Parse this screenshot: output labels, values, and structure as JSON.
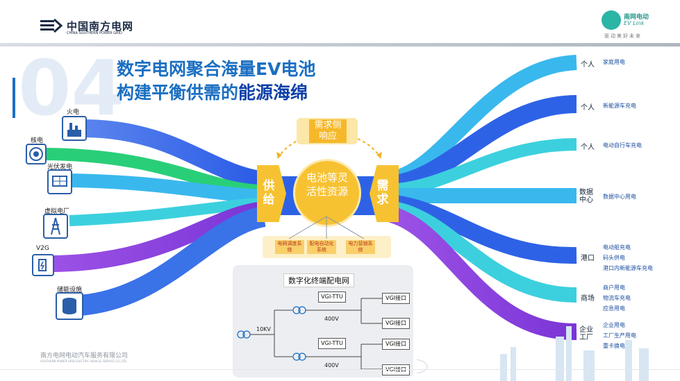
{
  "header": {
    "brand_cn": "中国南方电网",
    "brand_en": "CHINA SOUTHERN POWER GRID",
    "ev_brand_cn": "南网电动",
    "ev_brand_en": "EV Link",
    "slogan": "驱动美好未来"
  },
  "slide": {
    "number": "04",
    "title_line1": "数字电网聚合海量EV电池",
    "title_line2_prefix": "构建平衡供需的",
    "title_line2_emphasis": "能源海绵"
  },
  "supply_sources": [
    {
      "label": "火电",
      "icon": "thermal-plant-icon"
    },
    {
      "label": "核电",
      "icon": "nuclear-icon"
    },
    {
      "label": "光伏发电",
      "icon": "solar-panel-icon"
    },
    {
      "label": "虚拟电厂",
      "icon": "power-tower-icon"
    },
    {
      "label": "V2G",
      "icon": "v2g-charger-icon"
    },
    {
      "label": "储能设施",
      "icon": "battery-storage-icon"
    }
  ],
  "center": {
    "supply": "供给",
    "demand": "需求",
    "core": "电池等灵活性资源",
    "demand_response": "需求侧响应",
    "systems": [
      "电网调度系统",
      "配电自动化系统",
      "电力营销系统"
    ]
  },
  "demand_groups": [
    {
      "category": "个人",
      "items": [
        "家庭用电"
      ]
    },
    {
      "category": "个人",
      "items": [
        "新能源车充电"
      ]
    },
    {
      "category": "个人",
      "items": [
        "电动自行车充电"
      ]
    },
    {
      "category": "数据中心",
      "items": [
        "数据中心用电"
      ]
    },
    {
      "category": "港口",
      "items": [
        "电动船充电",
        "码头供电",
        "港口内新能源车充电"
      ]
    },
    {
      "category": "商场",
      "items": [
        "商户用电",
        "物流车充电",
        "应急用电"
      ]
    },
    {
      "category": "企业工厂",
      "items": [
        "企业用电",
        "工厂生产用电",
        "重卡换电"
      ]
    }
  ],
  "grid_panel": {
    "title": "数字化终端配电网",
    "source_voltage": "10KV",
    "ttu": [
      "VGI-TTU",
      "VGI-TTU"
    ],
    "low_voltage": [
      "400V",
      "400V"
    ],
    "ports": [
      "VGI接口",
      "VGI接口",
      "VGI接口",
      "VGI接口"
    ]
  },
  "footer": {
    "company_cn": "南方电网电动汽车服务有限公司",
    "company_en": "SOUTHERN POWER GRID ELECTRIC VEHICLE SERVICE CO.,LTD."
  },
  "colors": {
    "blue": "#2e62e6",
    "green": "#29cf78",
    "cyan": "#39b8ee",
    "purple": "#8a3fe0",
    "teal": "#3cd0de",
    "gold": "#f7c232",
    "title": "#1b6fc2"
  }
}
